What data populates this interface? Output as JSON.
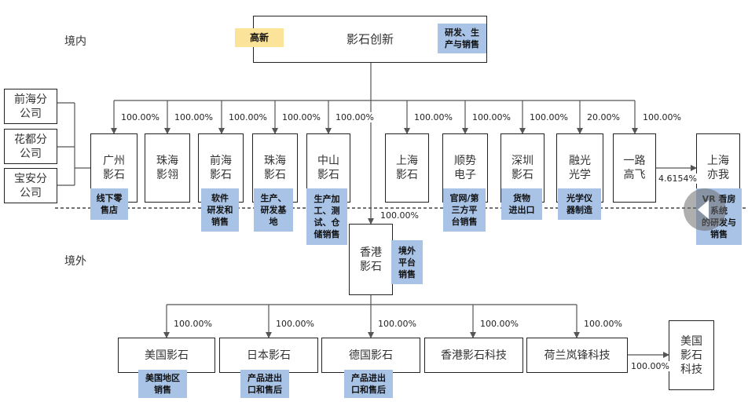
{
  "regions": {
    "domestic": "境内",
    "overseas": "境外"
  },
  "top": {
    "name": "影石创新",
    "tag_left": "高新",
    "tag_right": "研发、生\n产与销售"
  },
  "branches": [
    "前海分\n公司",
    "花都分\n公司",
    "宝安分\n公司"
  ],
  "domestic_subs": [
    {
      "name": "广州\n影石",
      "pct": "100.00%",
      "tag": "线下零\n售店"
    },
    {
      "name": "珠海\n影翎",
      "pct": "100.00%",
      "tag": ""
    },
    {
      "name": "前海\n影石",
      "pct": "100.00%",
      "tag": "软件\n研发和\n销售"
    },
    {
      "name": "珠海\n影石",
      "pct": "100.00%",
      "tag": "生产、\n研发基\n地"
    },
    {
      "name": "中山\n影石",
      "pct": "100.00%",
      "tag": "生产加\n工、测\n试、仓\n储销售"
    },
    {
      "name": "上海\n影石",
      "pct": "100.00%",
      "tag": ""
    },
    {
      "name": "顺势\n电子",
      "pct": "100.00%",
      "tag": "官网/第\n三方平\n台销售"
    },
    {
      "name": "深圳\n影石",
      "pct": "100.00%",
      "tag": "货物\n进出口"
    },
    {
      "name": "融光\n光学",
      "pct": "20.00%",
      "tag": "光学仪\n器制造"
    },
    {
      "name": "一路\n高飞",
      "pct": "100.00%",
      "tag": ""
    }
  ],
  "shanghai_yiwo": {
    "name": "上海\n亦我",
    "pct": "4.6154%",
    "tag": "VR 看房\n系统\n的研发与\n销售"
  },
  "hk": {
    "name": "香港\n影石",
    "pct": "100.00%",
    "tag": "境外\n平台\n销售"
  },
  "overseas_subs": [
    {
      "name": "美国影石",
      "pct": "100.00%",
      "tag": "美国地区\n销售"
    },
    {
      "name": "日本影石",
      "pct": "100.00%",
      "tag": "产品进出\n口和售后"
    },
    {
      "name": "德国影石",
      "pct": "100.00%",
      "tag": "产品进出\n口和售后"
    },
    {
      "name": "香港影石科技",
      "pct": "100.00%",
      "tag": ""
    },
    {
      "name": "荷兰岚锋科技",
      "pct": "100.00%",
      "tag": ""
    }
  ],
  "us_tech": {
    "name": "美国\n影石\n科技",
    "pct": "100.00%"
  },
  "colors": {
    "tag_blue": "#a9c3e6",
    "tag_yellow": "#fbe39a",
    "line": "#555555"
  }
}
